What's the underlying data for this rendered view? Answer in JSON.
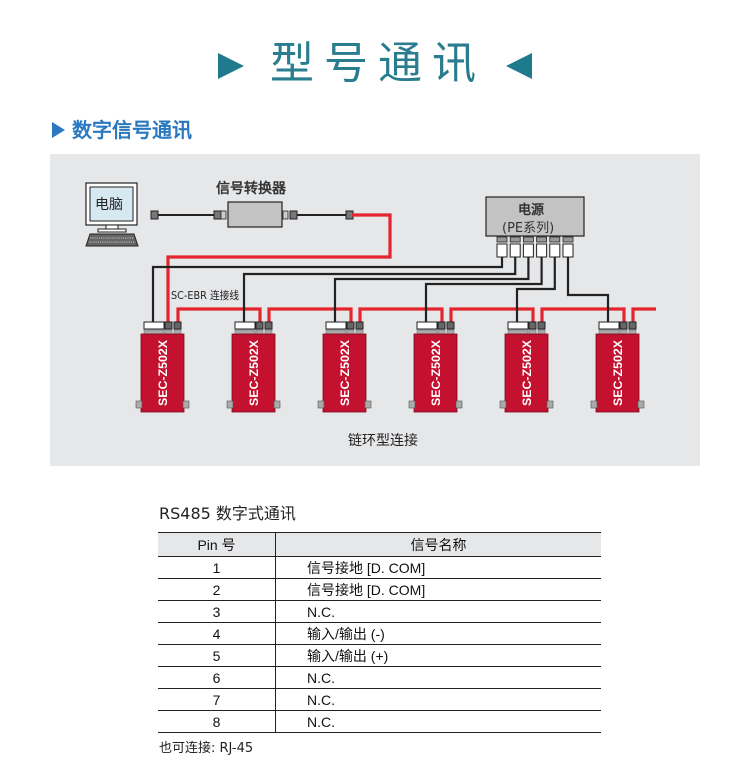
{
  "title": {
    "text": "型号通讯",
    "left_arrow_icon": "triangle-right-icon",
    "right_arrow_icon": "triangle-left-icon",
    "color": "#2a7d8e"
  },
  "section": {
    "icon": "triangle-right-icon",
    "text": "数字信号通讯",
    "color": "#2a78c0"
  },
  "diagram": {
    "computer_label": "电脑",
    "converter_label": "信号转换器",
    "power_label_line1": "电源",
    "power_label_line2": "(PE系列)",
    "cable_label": "SC-EBR 连接线",
    "caption": "链环型连接",
    "device_label": "SEC-Z502X",
    "device_count": 6,
    "colors": {
      "background": "#e6e7e9",
      "signal_line": "#e3262d",
      "power_line": "#222222",
      "device_body": "#c3112f",
      "screen": "#d6e8f0"
    }
  },
  "table": {
    "title": "RS485 数字式通讯",
    "headers": [
      "Pin 号",
      "信号名称"
    ],
    "rows": [
      {
        "pin": "1",
        "signal": "信号接地 [D. COM]"
      },
      {
        "pin": "2",
        "signal": "信号接地 [D. COM]"
      },
      {
        "pin": "3",
        "signal": "N.C."
      },
      {
        "pin": "4",
        "signal": "输入/输出 (-)"
      },
      {
        "pin": "5",
        "signal": "输入/输出 (+)"
      },
      {
        "pin": "6",
        "signal": "N.C."
      },
      {
        "pin": "7",
        "signal": "N.C."
      },
      {
        "pin": "8",
        "signal": "N.C."
      }
    ]
  },
  "footnote": "也可连接: RJ-45"
}
